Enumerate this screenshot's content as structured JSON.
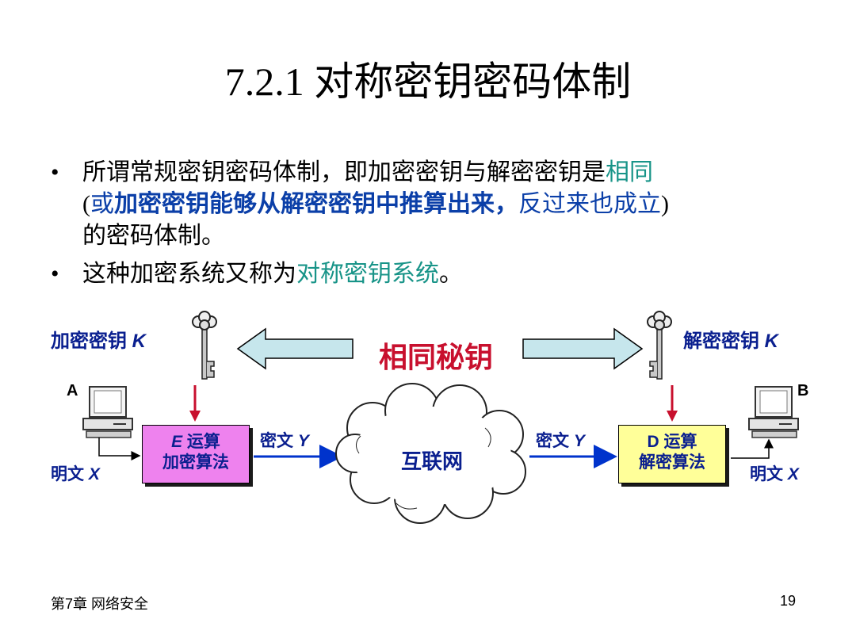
{
  "title": "7.2.1 对称密钥密码体制",
  "bullets": [
    {
      "marker": "•",
      "parts": [
        {
          "text": "所谓常规密钥密码体制，即加密密钥与解密密钥是",
          "style": "normal"
        },
        {
          "text": "相同",
          "style": "teal"
        },
        {
          "text": "(",
          "style": "normal"
        },
        {
          "text": "或",
          "style": "blue"
        },
        {
          "text": "加密密钥能够从解密密钥中推算出来，",
          "style": "blue-bold"
        },
        {
          "text": "反过来也成立",
          "style": "blue"
        },
        {
          "text": ")",
          "style": "normal"
        },
        {
          "text": "的密码体制。",
          "style": "normal"
        }
      ]
    },
    {
      "marker": "•",
      "parts": [
        {
          "text": "这种加密系统又称为",
          "style": "normal"
        },
        {
          "text": "对称密钥系统",
          "style": "teal"
        },
        {
          "text": "。",
          "style": "normal"
        }
      ]
    }
  ],
  "diagram": {
    "enc_key": "加密密钥",
    "dec_key": "解密密钥",
    "key_var": "K",
    "same_key": "相同秘钥",
    "host_a": "A",
    "host_b": "B",
    "plain_prefix": "明文",
    "plain_var": "X",
    "cipher_prefix": "密文",
    "cipher_var": "Y",
    "enc_box": {
      "op_var": "E",
      "op_suffix": "运算",
      "algo": "加密算法"
    },
    "dec_box": {
      "op_var": "D",
      "op_suffix": "运算",
      "algo": "解密算法"
    },
    "internet": "互联网"
  },
  "footer": {
    "chapter": "第7章 网络安全",
    "page": "19"
  },
  "colors": {
    "teal": "#189488",
    "blue": "#0b3fa8",
    "red": "#c8102e",
    "enc_box": "#ee82ee",
    "dec_box": "#ffff99",
    "arrow_fill": "#c6e6ec"
  }
}
